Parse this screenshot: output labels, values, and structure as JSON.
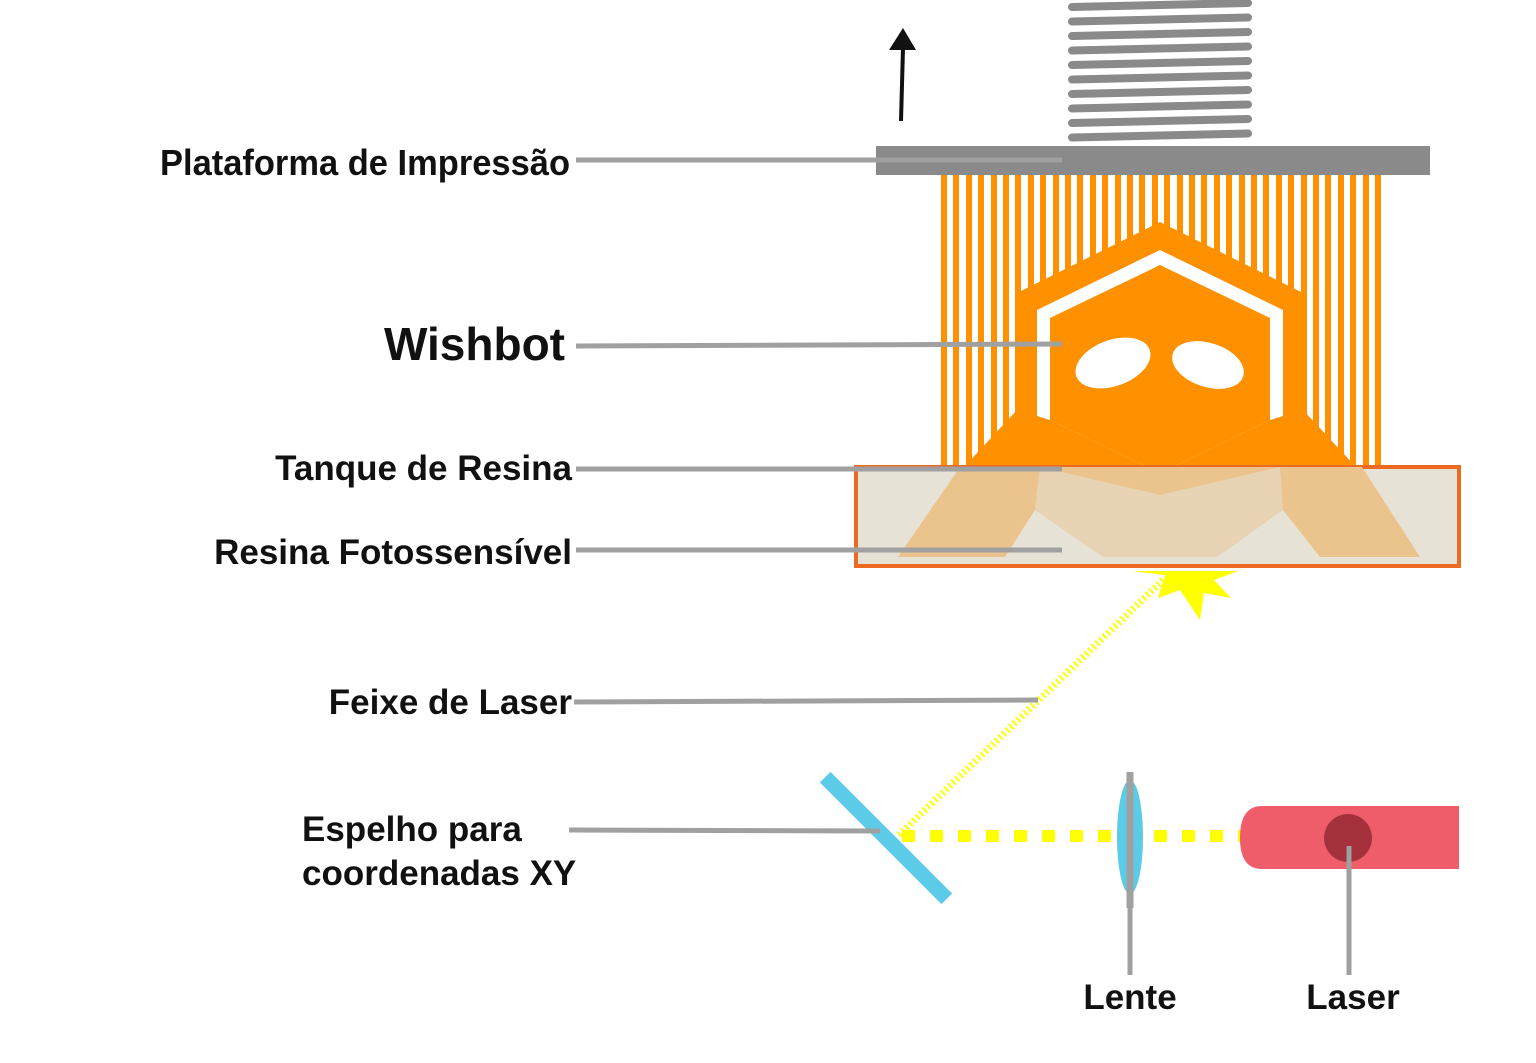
{
  "labels": {
    "platform": "Plataforma de Impressão",
    "wishbot": "Wishbot",
    "tank": "Tanque de Resina",
    "resin": "Resina Fotossensível",
    "beam": "Feixe de Laser",
    "mirror_line1": "Espelho para",
    "mirror_line2": "coordenadas XY",
    "lens": "Lente",
    "laser": "Laser"
  },
  "colors": {
    "platform": "#8a8a8a",
    "screw": "#8a8a8a",
    "print": "#ff9100",
    "tank_border": "#ec6a21",
    "tank_fill": "#e6e2d6",
    "resin_part": "#ebc48d",
    "beam": "#ffff00",
    "mirror": "#5ccbe8",
    "lens": "#5ccbe8",
    "laser_body": "#ef5d6b",
    "laser_dot": "#a4313c",
    "leader": "#a0a0a0",
    "arrow": "#111111"
  },
  "icons": {
    "arrow": "up-arrow-icon",
    "wishbot": "wishbot-robot-icon",
    "flash": "light-flash-icon"
  }
}
